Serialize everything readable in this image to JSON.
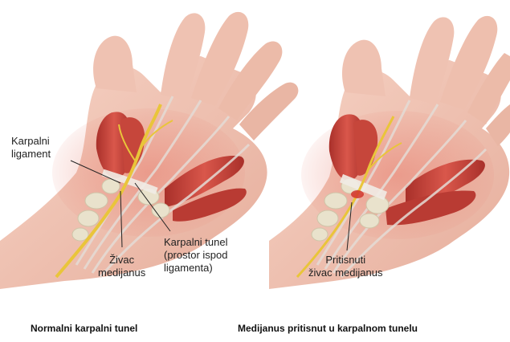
{
  "left_panel": {
    "label_ligament": "Karpalni\nligament",
    "label_nerve": "Živac\nmedijanus",
    "label_tunnel": "Karpalni tunel\n(prostor ispod\nligamenta)",
    "caption": "Normalni karpalni tunel"
  },
  "right_panel": {
    "label_nerve": "Pritisnuti\nživac medijanus",
    "caption": "Medijanus pritisnut u karpalnom tunelu"
  },
  "colors": {
    "skin": "#f2c5b6",
    "skin_shadow": "#d99d8c",
    "muscle": "#c8443a",
    "tendon": "#eae2dc",
    "nerve": "#e9c53a",
    "bone": "#e8e0c8",
    "background": "#ffffff"
  }
}
